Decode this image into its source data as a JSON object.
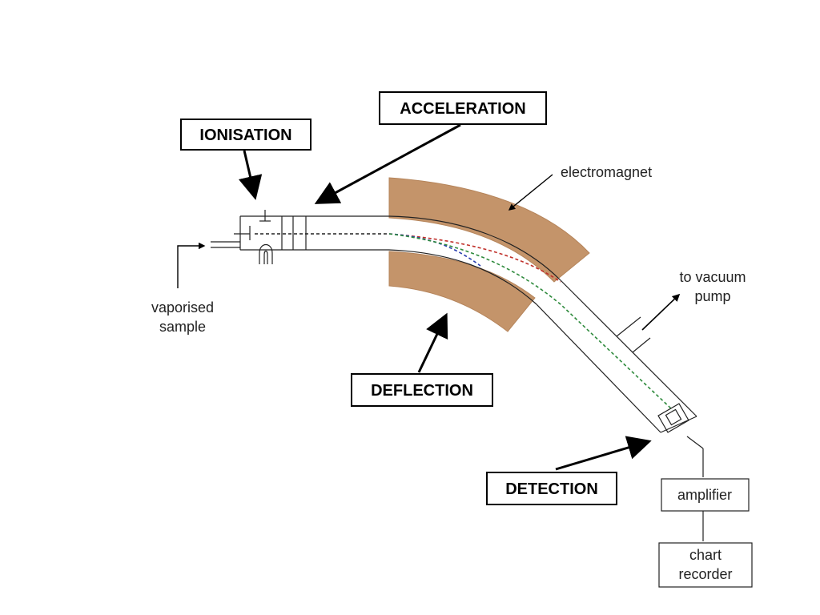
{
  "stages": {
    "ionisation": "IONISATION",
    "acceleration": "ACCELERATION",
    "deflection": "DEFLECTION",
    "detection": "DETECTION"
  },
  "annotations": {
    "electromagnet": "electromagnet",
    "vacuum_line1": "to vacuum",
    "vacuum_line2": "pump",
    "sample_line1": "vaporised",
    "sample_line2": "sample"
  },
  "components": {
    "amplifier": "amplifier",
    "recorder_line1": "chart",
    "recorder_line2": "recorder"
  },
  "colors": {
    "magnet": "#c4946a",
    "ion_path_red": "#c0302a",
    "ion_path_blue": "#2a3fb0",
    "ion_path_green": "#2e8a3c"
  }
}
